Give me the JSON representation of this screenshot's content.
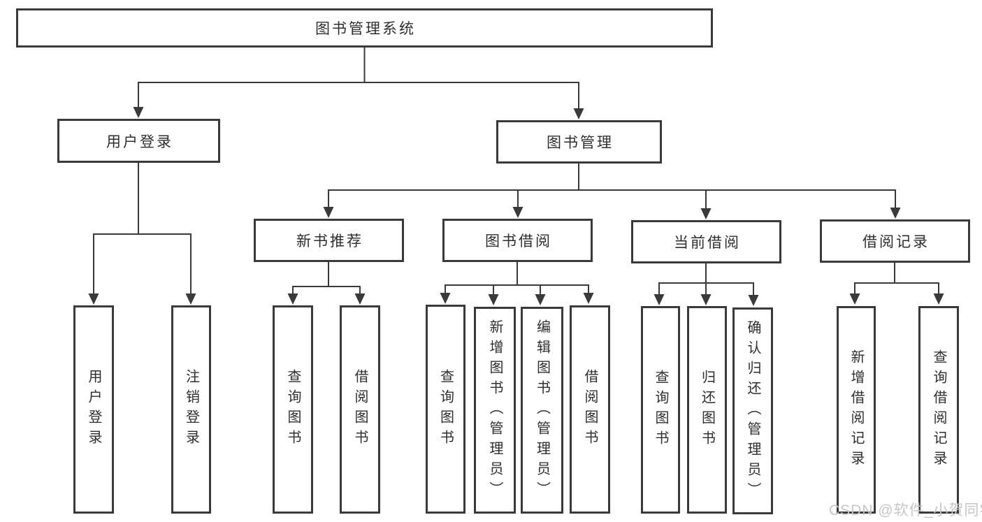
{
  "diagram": {
    "title": "图书管理系统",
    "branches": [
      {
        "label": "用户登录",
        "children": [
          {
            "label": "用户登录"
          },
          {
            "label": "注销登录"
          }
        ]
      },
      {
        "label": "图书管理",
        "children": [
          {
            "label": "新书推荐",
            "children": [
              {
                "label": "查询图书"
              },
              {
                "label": "借阅图书"
              }
            ]
          },
          {
            "label": "图书借阅",
            "children": [
              {
                "label": "查询图书"
              },
              {
                "label": "新增图书（管理员）"
              },
              {
                "label": "编辑图书（管理员）"
              },
              {
                "label": "借阅图书"
              }
            ]
          },
          {
            "label": "当前借阅",
            "children": [
              {
                "label": "查询图书"
              },
              {
                "label": "归还图书"
              },
              {
                "label": "确认归还（管理员）"
              }
            ]
          },
          {
            "label": "借阅记录",
            "children": [
              {
                "label": "新增借阅记录"
              },
              {
                "label": "查询借阅记录"
              }
            ]
          }
        ]
      }
    ]
  },
  "watermark": {
    "text": "CSDN @软件_小贺同学"
  },
  "colors": {
    "line": "#3a3a3a",
    "box_border": "#3a3a3a",
    "text": "#2e2e2e",
    "watermark": "#c6c6c6",
    "background": "#ffffff"
  }
}
